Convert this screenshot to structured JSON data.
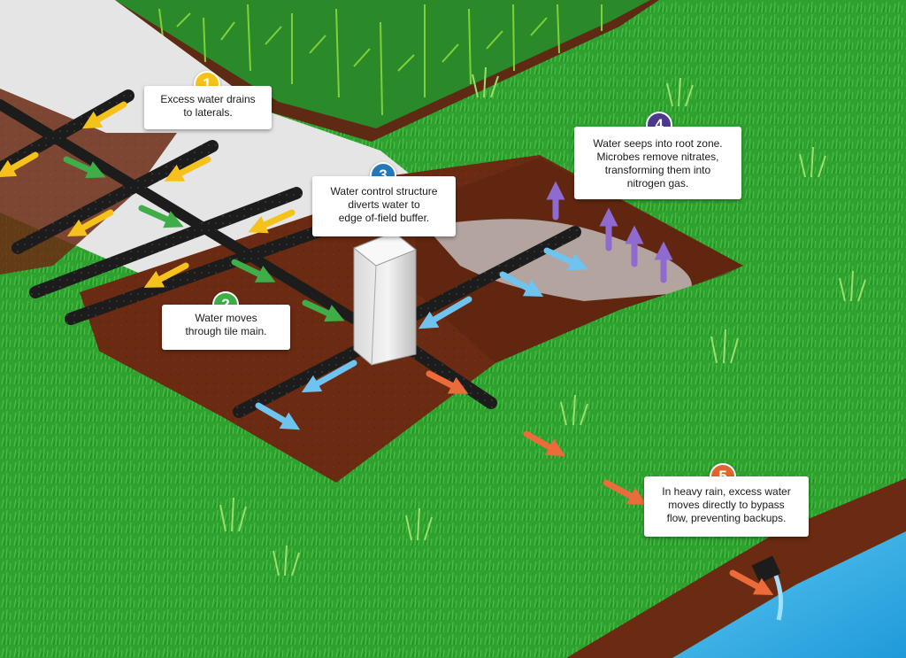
{
  "callouts": [
    {
      "number": "1",
      "color": "#f4c21a",
      "lines": [
        "Excess water drains",
        "to laterals."
      ]
    },
    {
      "number": "2",
      "color": "#3fae49",
      "lines": [
        "Water moves",
        "through tile main."
      ]
    },
    {
      "number": "3",
      "color": "#2479bb",
      "lines": [
        "Water control structure",
        "diverts water to",
        "edge of-field buffer."
      ]
    },
    {
      "number": "4",
      "color": "#4b3a8c",
      "lines": [
        "Water seeps into root zone.",
        "Microbes remove nitrates,",
        "transforming them into",
        "nitrogen gas."
      ]
    },
    {
      "number": "5",
      "color": "#e0652e",
      "lines": [
        "In heavy rain, excess water",
        "moves directly to bypass",
        "flow, preventing backups."
      ]
    }
  ],
  "colors": {
    "grass": "#2fa12f",
    "soil": "#6b2a12",
    "pipe": "#1c1c1c",
    "arrow_yellow": "#f5c21c",
    "arrow_green": "#3fae49",
    "arrow_blue": "#6fc3ef",
    "arrow_orange": "#ec6b3b",
    "arrow_purple": "#8f6ad0",
    "water": "#38b4ec"
  }
}
